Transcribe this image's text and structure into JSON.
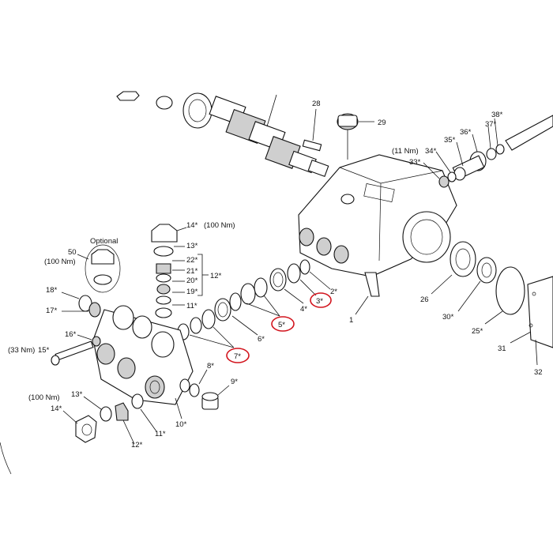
{
  "labels": {
    "p1": "1",
    "p2": "2*",
    "p3": "3*",
    "p4": "4*",
    "p5": "5*",
    "p6": "6*",
    "p7": "7*",
    "p8": "8*",
    "p9": "9*",
    "p10": "10*",
    "p11a": "11*",
    "p11b": "11*",
    "p12a": "12*",
    "p12b": "12*",
    "p13a": "13*",
    "p13b": "13*",
    "p14a": "14*",
    "p14a_torque": "(100 Nm)",
    "p14b": "14*",
    "p14b_torque": "(100 Nm)",
    "p15": "15*",
    "p15_torque": "(33 Nm)",
    "p16": "16*",
    "p17": "17*",
    "p18": "18*",
    "p19": "19*",
    "p20": "20*",
    "p21": "21*",
    "p22": "22*",
    "p25": "25*",
    "p26": "26",
    "p28": "28",
    "p29": "29",
    "p30": "30*",
    "p31": "31",
    "p32": "32",
    "p33": "33*",
    "p33_torque": "(11 Nm)",
    "p34": "34*",
    "p35": "35*",
    "p36": "36*",
    "p37": "37*",
    "p38": "38*",
    "p50": "50",
    "p50_torque": "(100 Nm)",
    "optional": "Optional"
  },
  "colors": {
    "highlight": "#d2141d",
    "line": "#111111",
    "shade": "#cfcfcf"
  },
  "highlighted_parts": [
    "3*",
    "5*",
    "7*"
  ]
}
